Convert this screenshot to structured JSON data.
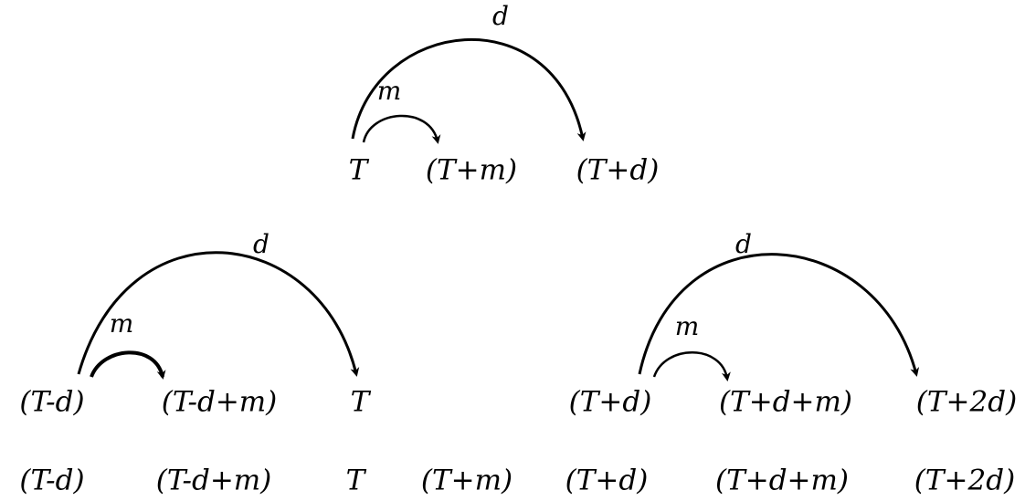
{
  "top_group": {
    "arc_d_label": "d",
    "arc_m_label": "m",
    "nodes": [
      "T",
      "(T+m)",
      "(T+d)"
    ]
  },
  "left_group": {
    "arc_d_label": "d",
    "arc_m_label": "m",
    "nodes": [
      "(T-d)",
      "(T-d+m)",
      "T"
    ]
  },
  "right_group": {
    "arc_d_label": "d",
    "arc_m_label": "m",
    "nodes": [
      "(T+d)",
      "(T+d+m)",
      "(T+2d)"
    ]
  },
  "bottom_row": {
    "labels": [
      "(T-d)",
      "(T-d+m)",
      "T",
      "(T+m)",
      "(T+d)",
      "(T+d+m)",
      "(T+2d)"
    ]
  },
  "colors": {
    "ink": "#000000",
    "background": "#ffffff"
  }
}
